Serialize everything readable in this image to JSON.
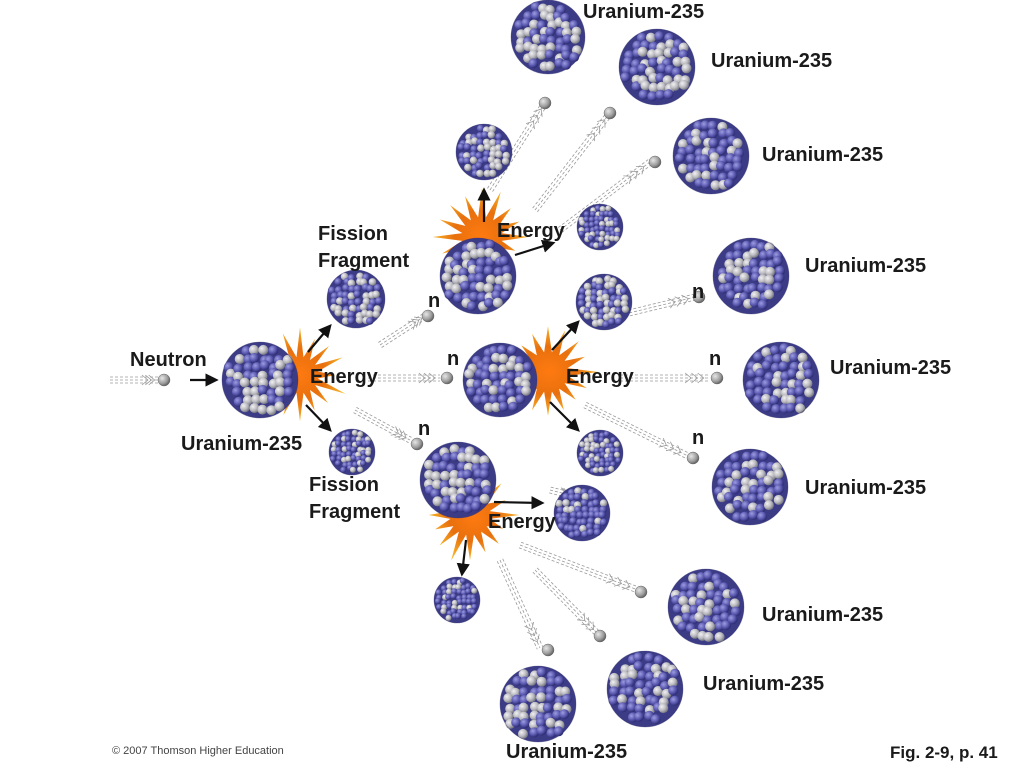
{
  "diagram": {
    "labels": {
      "neutron": "Neutron",
      "uranium": "Uranium-235",
      "fission_fragment": "Fission\nFragment",
      "energy": "Energy",
      "n": "n"
    },
    "copyright": "© 2007 Thomson Higher Education",
    "figure_ref": "Fig. 2-9, p. 41",
    "colors": {
      "nucleus_blue": "#5a59b0",
      "nucleus_gray": "#b9b9bf",
      "burst_outer": "#f2a01e",
      "burst_inner": "#e05a10",
      "neutron": "#9a9a9a"
    }
  }
}
